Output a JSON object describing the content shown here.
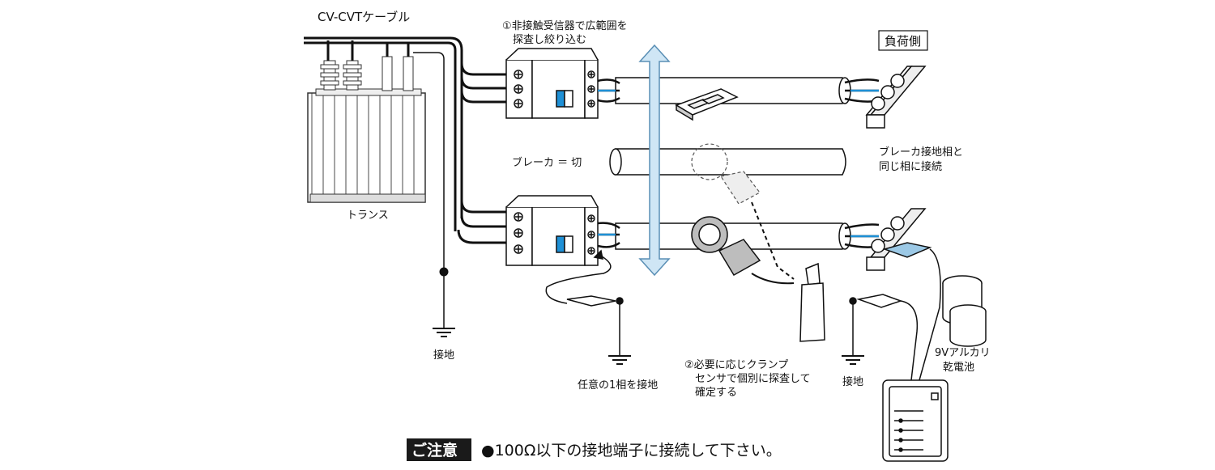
{
  "labels": {
    "cable": "CV-CVTケーブル",
    "transformer": "トランス",
    "ground_left": "接地",
    "step1_line1": "①非接触受信器で広範囲を",
    "step1_line2": "探査し絞り込む",
    "load_side": "負荷側",
    "breaker_off": "ブレーカ ＝ 切",
    "same_phase_line1": "ブレーカ接地相と",
    "same_phase_line2": "同じ相に接続",
    "ground_any_phase": "任意の1相を接地",
    "step2_line1": "②必要に応じクランプ",
    "step2_line2": "センサで個別に探査して",
    "step2_line3": "確定する",
    "ground_right": "接地",
    "battery_line1": "9Vアルカリ",
    "battery_line2": "乾電池"
  },
  "notice": {
    "badge": "ご注意",
    "text": "●100Ω以下の接地端子に接続して下さい。"
  },
  "colors": {
    "line": "#111111",
    "blue_wire": "#1e90d6",
    "arrow_fill": "#cfe6f5",
    "arrow_stroke": "#5a8fb5",
    "gray_device": "#bdbdbd",
    "clip_blue": "#9cc9e6",
    "badge_bg": "#1a1a1a"
  }
}
